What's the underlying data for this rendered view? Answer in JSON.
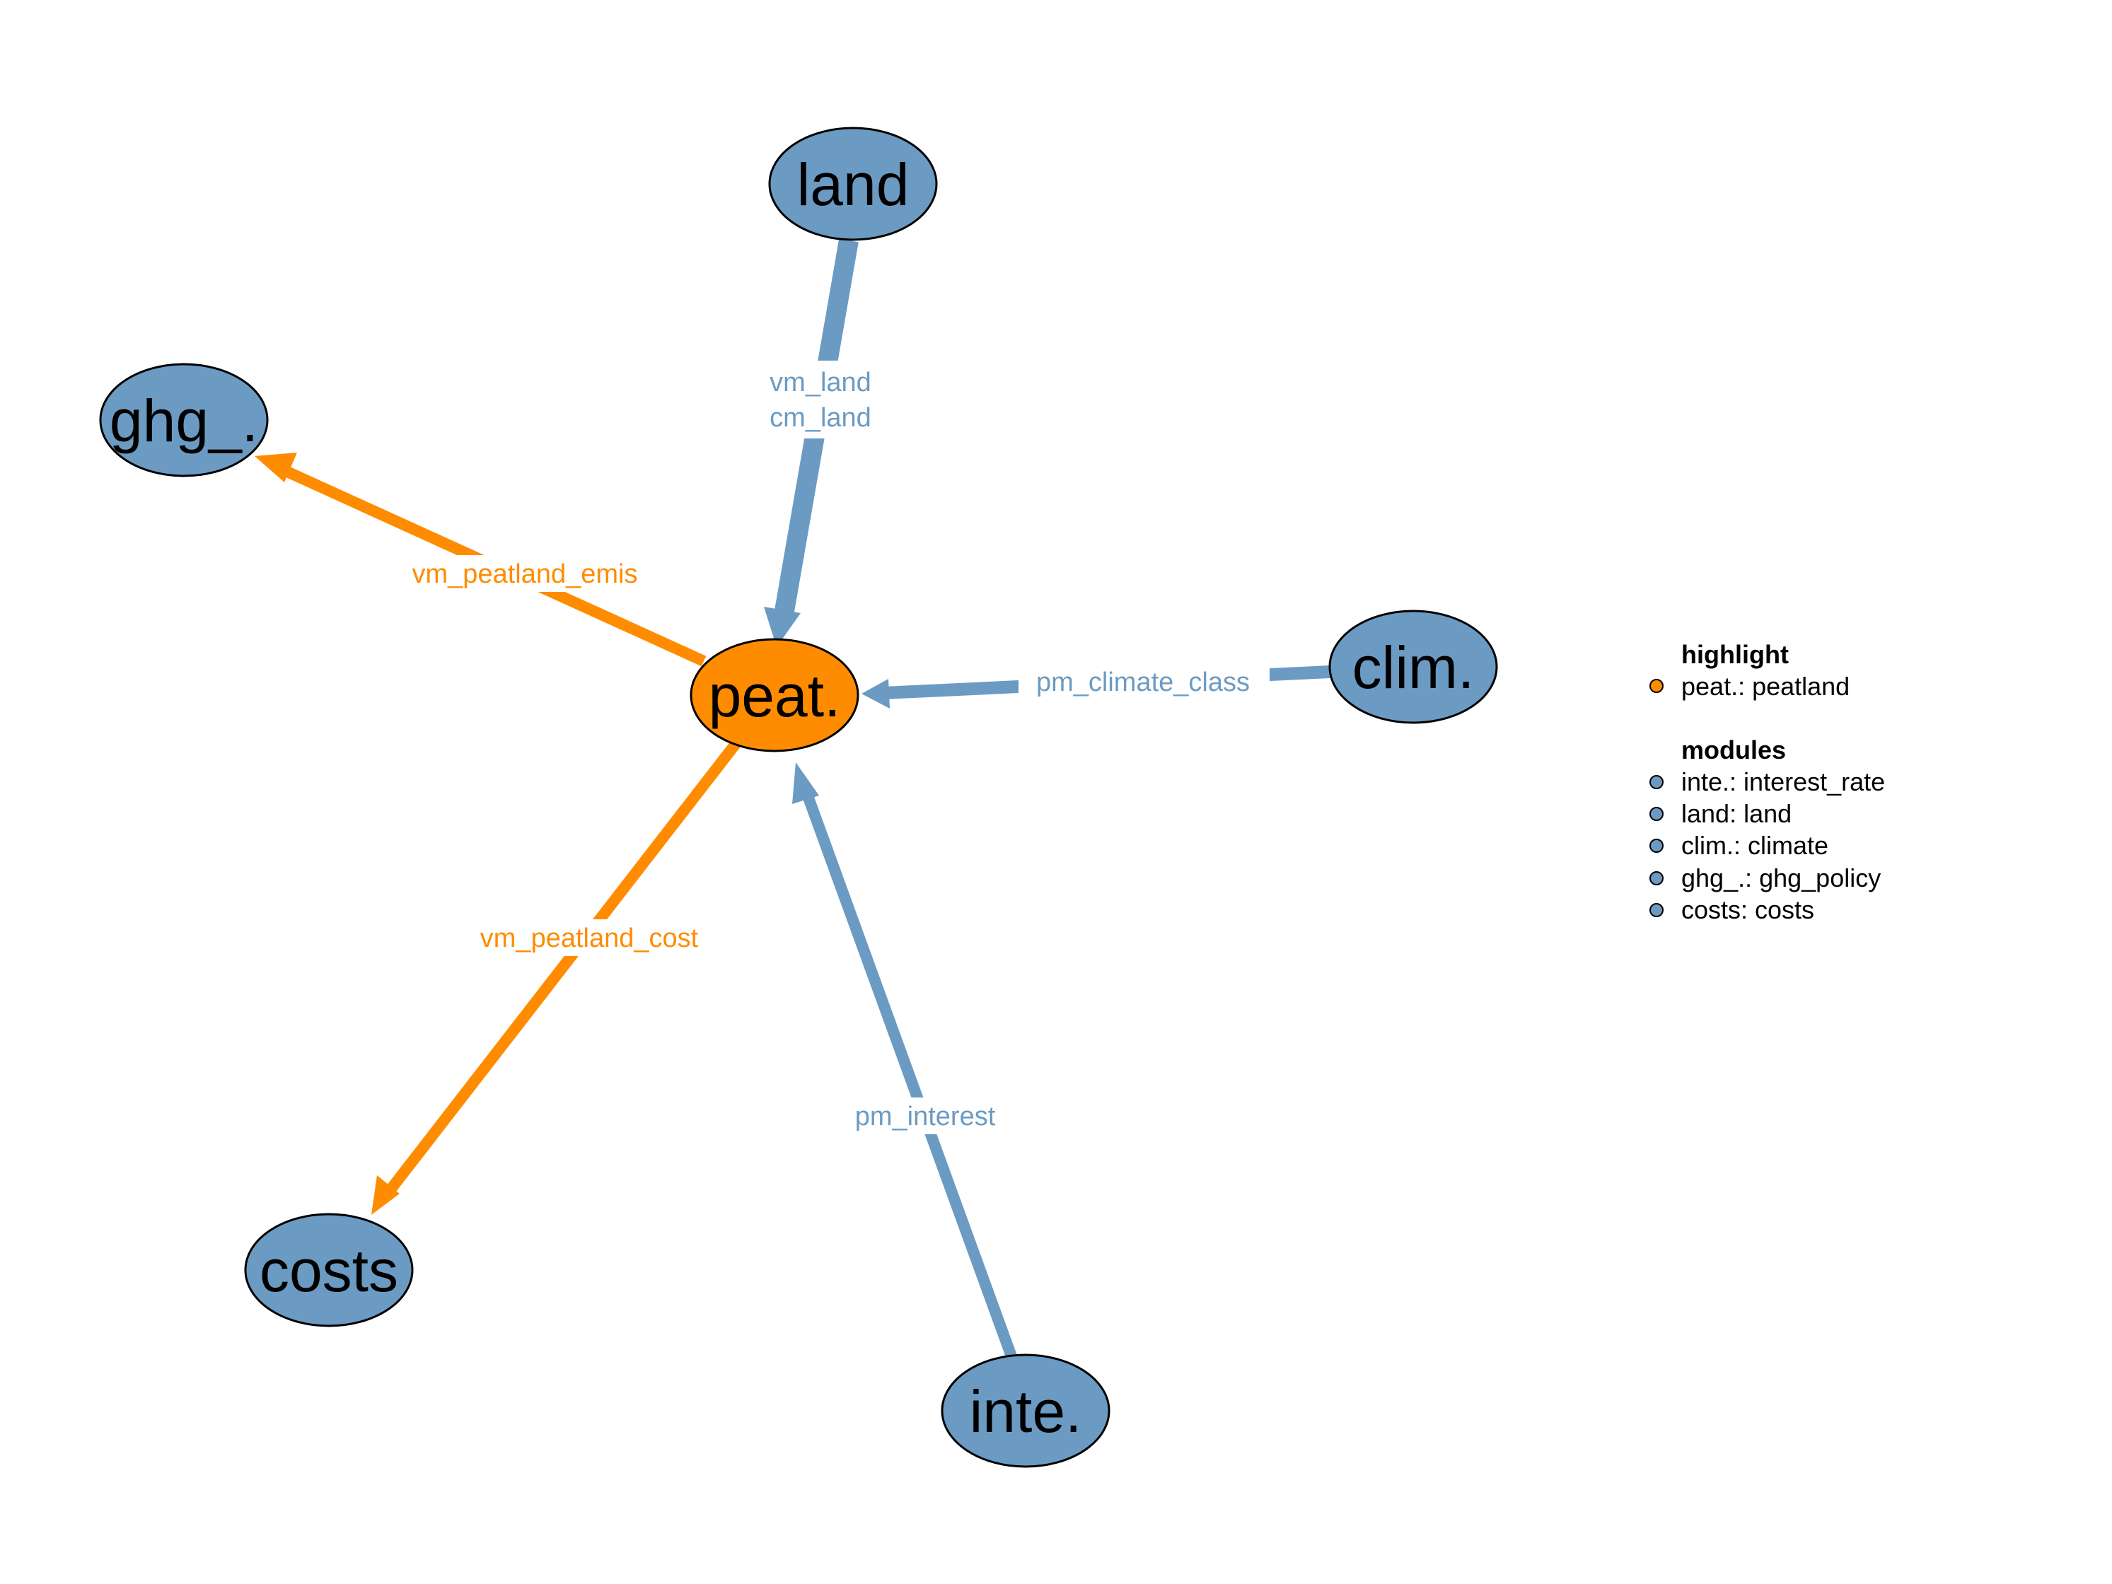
{
  "colors": {
    "module": "#6b9bc3",
    "highlight": "#ff8c00",
    "outline": "#000000",
    "background": "#ffffff"
  },
  "nodes": {
    "land": "land",
    "ghg": "ghg_.",
    "peat": "peat.",
    "clim": "clim.",
    "costs": "costs",
    "inte": "inte."
  },
  "edges": {
    "land_to_peat": [
      "vm_land",
      "cm_land"
    ],
    "peat_to_ghg": "vm_peatland_emis",
    "clim_to_peat": "pm_climate_class",
    "peat_to_costs": "vm_peatland_cost",
    "inte_to_peat": "pm_interest"
  },
  "legend": {
    "highlight_heading": "highlight",
    "highlight_items": [
      {
        "label": "peat.: peatland",
        "color": "#ff8c00"
      }
    ],
    "modules_heading": "modules",
    "module_items": [
      {
        "label": "inte.: interest_rate",
        "color": "#6b9bc3"
      },
      {
        "label": "land: land",
        "color": "#6b9bc3"
      },
      {
        "label": "clim.: climate",
        "color": "#6b9bc3"
      },
      {
        "label": "ghg_.: ghg_policy",
        "color": "#6b9bc3"
      },
      {
        "label": "costs: costs",
        "color": "#6b9bc3"
      }
    ]
  }
}
